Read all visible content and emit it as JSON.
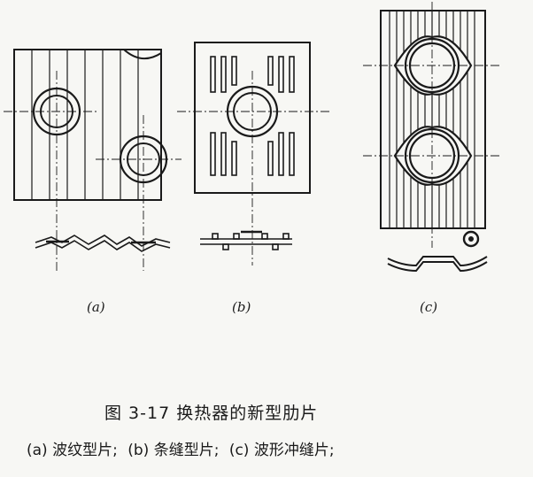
{
  "figure": {
    "panels": [
      {
        "id": "a",
        "label": "(a)"
      },
      {
        "id": "b",
        "label": "(b)"
      },
      {
        "id": "c",
        "label": "(c)"
      }
    ]
  },
  "caption": {
    "title": "图 3-17   换热器的新型肋片",
    "legend": [
      {
        "text": "(a) 波纹型片;"
      },
      {
        "text": "(b) 条缝型片;"
      },
      {
        "text": "(c) 波形冲缝片;"
      }
    ]
  }
}
